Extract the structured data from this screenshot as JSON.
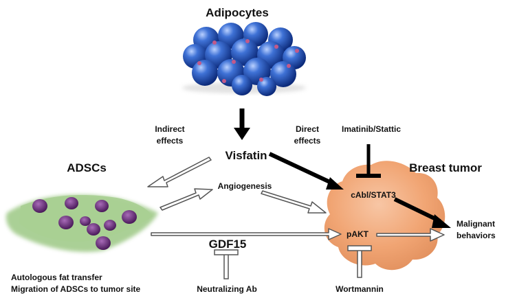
{
  "labels": {
    "adipocytes": "Adipocytes",
    "visfatin": "Visfatin",
    "indirect_1": "Indirect",
    "indirect_2": "effects",
    "direct_1": "Direct",
    "direct_2": "effects",
    "imatinib": "Imatinib/Stattic",
    "adscs": "ADSCs",
    "breast_tumor": "Breast tumor",
    "angiogenesis": "Angiogenesis",
    "cabl_stat3": "cAbl/STAT3",
    "pakt": "pAKT",
    "malignant_1": "Malignant",
    "malignant_2": "behaviors",
    "gdf15": "GDF15",
    "autologous": "Autologous fat transfer",
    "migration": "Migration of ADSCs to tumor site",
    "neutralizing": "Neutralizing Ab",
    "wortmannin": "Wortmannin"
  },
  "colors": {
    "adipocyte_blue": "#1f4fb0",
    "adipocyte_highlight": "#8fb4ff",
    "adipocyte_spot": "#c25a8a",
    "adsc_green": "#8fbf78",
    "adsc_nucleus": "#6a2f7a",
    "tumor_orange": "#f0a06c",
    "arrow_black": "#000000"
  }
}
